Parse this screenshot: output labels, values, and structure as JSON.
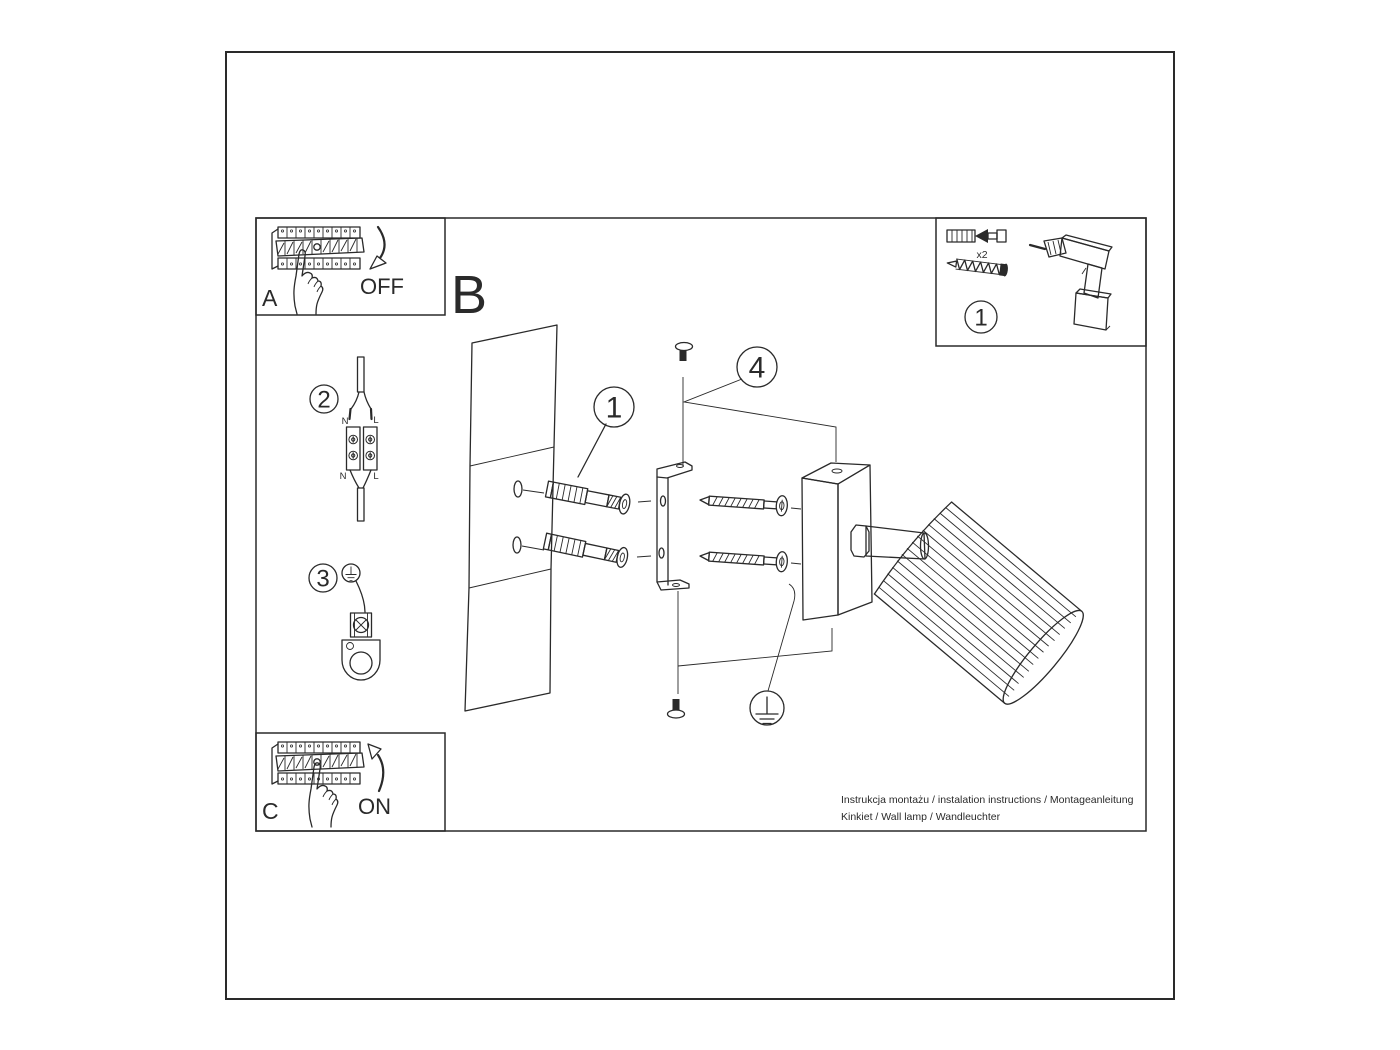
{
  "colors": {
    "ink": "#2a2a2a",
    "paper": "#ffffff"
  },
  "panel_a": {
    "label": "A",
    "state": "OFF"
  },
  "panel_b": {
    "label": "B"
  },
  "panel_c": {
    "label": "C",
    "state": "ON"
  },
  "parts_box": {
    "callout": "1",
    "qty": "x2"
  },
  "step2": {
    "callout": "2",
    "top_n": "N",
    "top_l": "L",
    "bottom_n": "N",
    "bottom_l": "L"
  },
  "step3": {
    "callout": "3"
  },
  "exploded": {
    "anchor_callout": "1",
    "screw_callout": "4"
  },
  "footer": {
    "line1": "Instrukcja montażu / instalation instructions / Montageanleitung",
    "line2": "Kinkiet / Wall lamp / Wandleuchter"
  }
}
